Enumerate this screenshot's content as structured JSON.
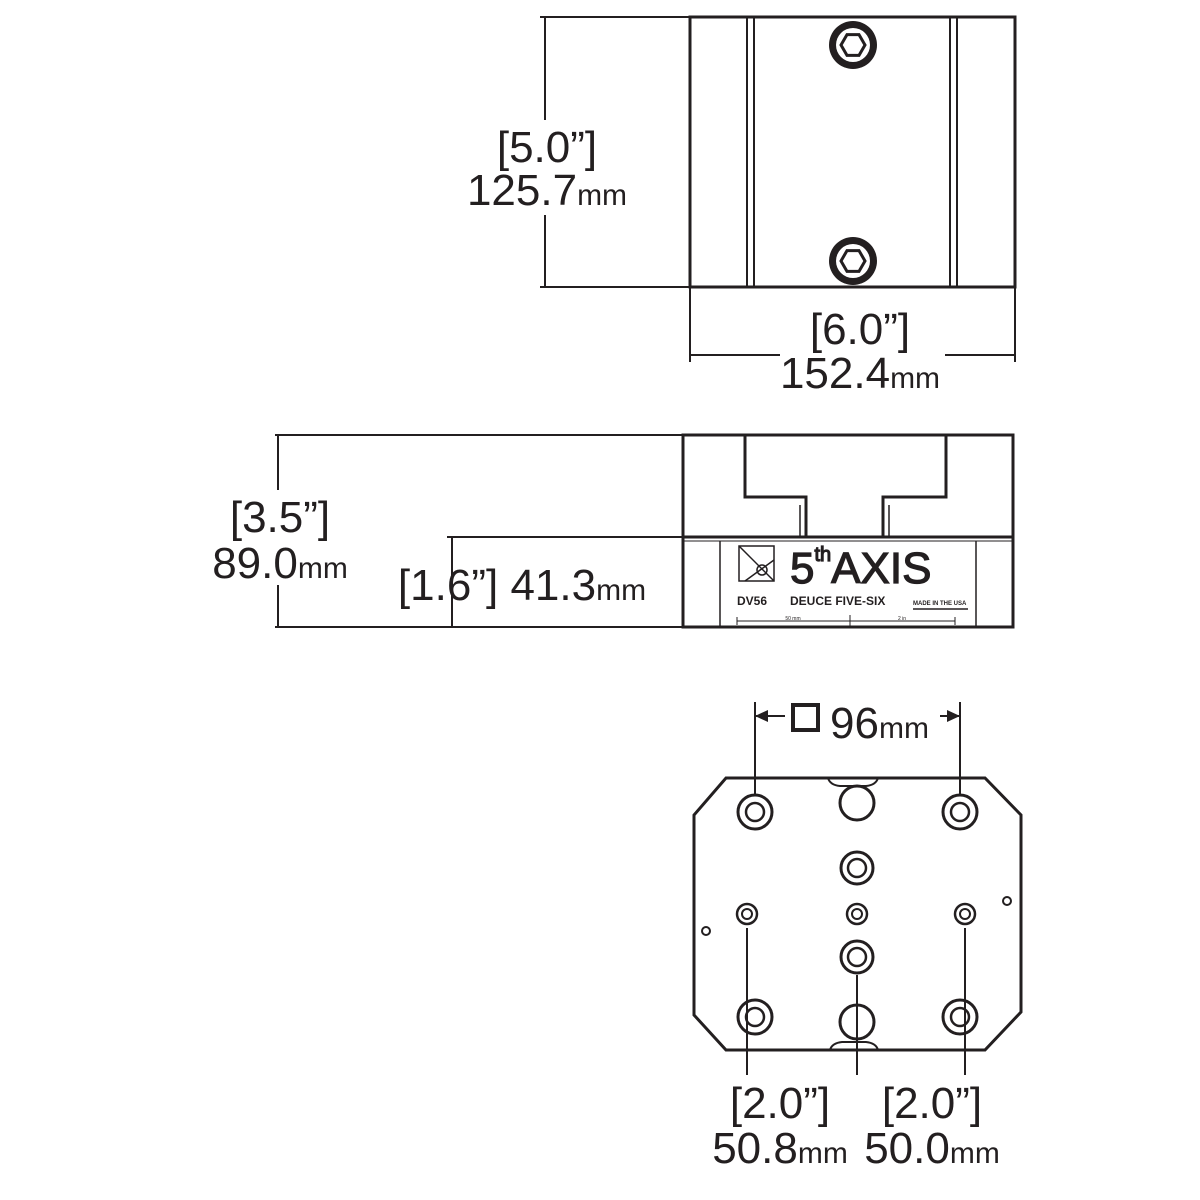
{
  "top_view": {
    "height_in": "[5.0”]",
    "height_mm_value": "125.7",
    "width_in": "[6.0”]",
    "width_mm_value": "152.4"
  },
  "side_view": {
    "total_height_in": "[3.5”]",
    "total_height_mm_value": "89.0",
    "base_height_in": "[1.6”]",
    "base_height_mm_value": "41.3"
  },
  "label_plate": {
    "brand_prefix": "5",
    "brand_superscript": "th",
    "brand_suffix": "AXIS",
    "model": "DV56",
    "product_name": "DEUCE FIVE-SIX",
    "origin": "MADE IN THE USA",
    "scale_left": "50 mm",
    "scale_right": "2 in"
  },
  "bottom_view": {
    "pattern_value": "96",
    "left_spacing_in": "[2.0”]",
    "left_spacing_mm_value": "50.8",
    "right_spacing_in": "[2.0”]",
    "right_spacing_mm_value": "50.0"
  },
  "unit_mm": "mm",
  "colors": {
    "line": "#231f20",
    "background": "#ffffff"
  },
  "icons": {
    "bolt": "hex-socket-bolt-icon",
    "logo": "5th-axis-logo-icon",
    "pattern": "square-pattern-icon"
  }
}
